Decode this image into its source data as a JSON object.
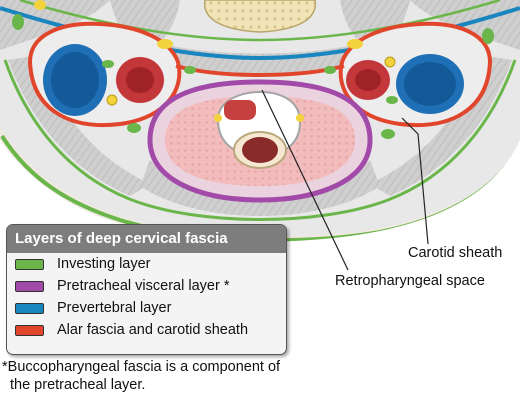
{
  "colors": {
    "investing": "#6ab64a",
    "pretracheal": "#a24aa8",
    "prevertebral": "#1a86bf",
    "alar": "#e1462c",
    "muscle": "#c9c9c9",
    "bone": "#f3e9c4",
    "artery": "#c3363a",
    "vein": "#1e6fb5",
    "nerve": "#f2d33b"
  },
  "callouts": {
    "carotid_sheath": "Carotid sheath",
    "retropharyngeal_space": "Retropharyngeal space"
  },
  "legend": {
    "title": "Layers of deep cervical fascia",
    "items": [
      {
        "label": "Investing layer",
        "color": "#6ab64a",
        "icon": "green-swatch"
      },
      {
        "label": "Pretracheal visceral layer *",
        "color": "#a24aa8",
        "icon": "purple-swatch"
      },
      {
        "label": "Prevertebral layer",
        "color": "#1a86bf",
        "icon": "blue-swatch"
      },
      {
        "label": "Alar fascia and carotid sheath",
        "color": "#e1462c",
        "icon": "red-swatch"
      }
    ]
  },
  "footnote": {
    "line1": "*Buccopharyngeal fascia is a component of",
    "line2": "the pretracheal layer."
  }
}
